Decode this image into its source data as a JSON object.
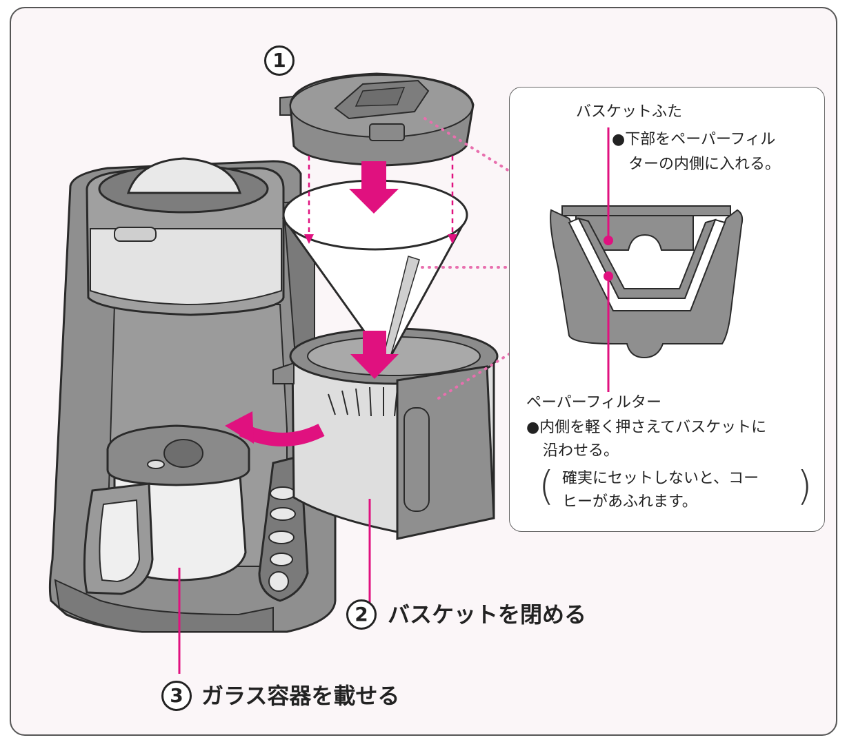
{
  "colors": {
    "accent_magenta": "#e0117f",
    "dotted_leader": "#e86fae",
    "machine_body": "#8f8f8f",
    "machine_dark": "#6f6f6f",
    "glass_light": "#e6e6e6",
    "frame_border": "#555555"
  },
  "steps": [
    {
      "number": "1",
      "label": ""
    },
    {
      "number": "2",
      "label": "バスケットを閉める"
    },
    {
      "number": "3",
      "label": "ガラス容器を載せる"
    }
  ],
  "callout": {
    "lid_title": "バスケットふた",
    "lid_note_line1": "●下部をペーパーフィル",
    "lid_note_line2": "ターの内側に入れる。",
    "filter_title": "ペーパーフィルター",
    "filter_note_line1": "●内側を軽く押さえてバスケットに",
    "filter_note_line2": "沿わせる。",
    "paren_open": "(",
    "paren_close": ")",
    "warning_line1": "確実にセットしないと、コー",
    "warning_line2": "ヒーがあふれます。"
  },
  "icons": [
    "coffee-maker-body",
    "basket-lid",
    "paper-filter",
    "basket",
    "glass-carafe",
    "down-arrow-icon",
    "curved-arrow-icon"
  ]
}
